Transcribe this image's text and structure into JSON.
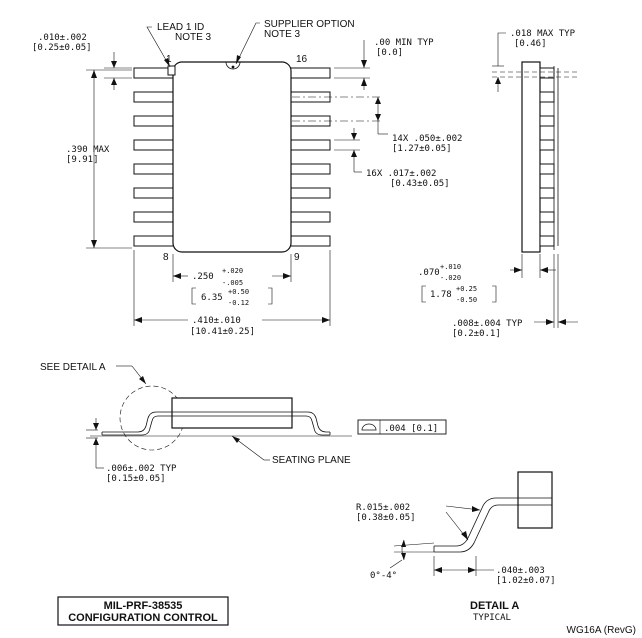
{
  "top_view": {
    "lead_pitch_label": ".010±.002",
    "lead_pitch_metric": "[0.25±0.05]",
    "lead1_note_line1": "LEAD 1 ID",
    "lead1_note_line2": "NOTE 3",
    "supplier_note_line1": "SUPPLIER OPTION",
    "supplier_note_line2": "NOTE 3",
    "pin1_label": "1",
    "pin16_label": "16",
    "pin8_label": "8",
    "pin9_label": "9",
    "min_typ_label": ".00 MIN TYP",
    "min_typ_metric": "[0.0]",
    "height_label": ".390 MAX",
    "height_metric": "[9.91]",
    "pitch_label": "14X .050±.002",
    "pitch_metric": "[1.27±0.05]",
    "lead_width_label": "16X .017±.002",
    "lead_width_metric": "[0.43±0.05]",
    "body_width_main": ".250",
    "body_width_tol_plus": "+.020",
    "body_width_tol_minus": "-.005",
    "body_width_metric_main": "6.35",
    "body_width_metric_plus": "+0.50",
    "body_width_metric_minus": "-0.12",
    "overall_width_label": ".410±.010",
    "overall_width_metric": "[10.41±0.25]"
  },
  "side_view": {
    "max_typ_label": ".018 MAX TYP",
    "max_typ_metric": "[0.46]",
    "thickness_main": ".070",
    "thickness_plus": "+.010",
    "thickness_minus": "-.020",
    "thickness_metric_main": "1.78",
    "thickness_metric_plus": "+0.25",
    "thickness_metric_minus": "-0.50",
    "lead_thk_label": ".008±.004 TYP",
    "lead_thk_metric": "[0.2±0.1]"
  },
  "front_view": {
    "see_detail_label": "SEE DETAIL A",
    "standoff_label": ".006±.002 TYP",
    "standoff_metric": "[0.15±0.05]",
    "seating_plane_label": "SEATING PLANE",
    "flatness_value": ".004 [0.1]"
  },
  "detail_a": {
    "radius_label": "R.015±.002",
    "radius_metric": "[0.38±0.05]",
    "angle_label": "0°-4°",
    "foot_label": ".040±.003",
    "foot_metric": "[1.02±0.07]",
    "title": "DETAIL A",
    "subtitle": "TYPICAL"
  },
  "footer": {
    "config_line1": "MIL-PRF-38535",
    "config_line2": "CONFIGURATION CONTROL",
    "drawing_id": "WG16A (RevG)"
  }
}
